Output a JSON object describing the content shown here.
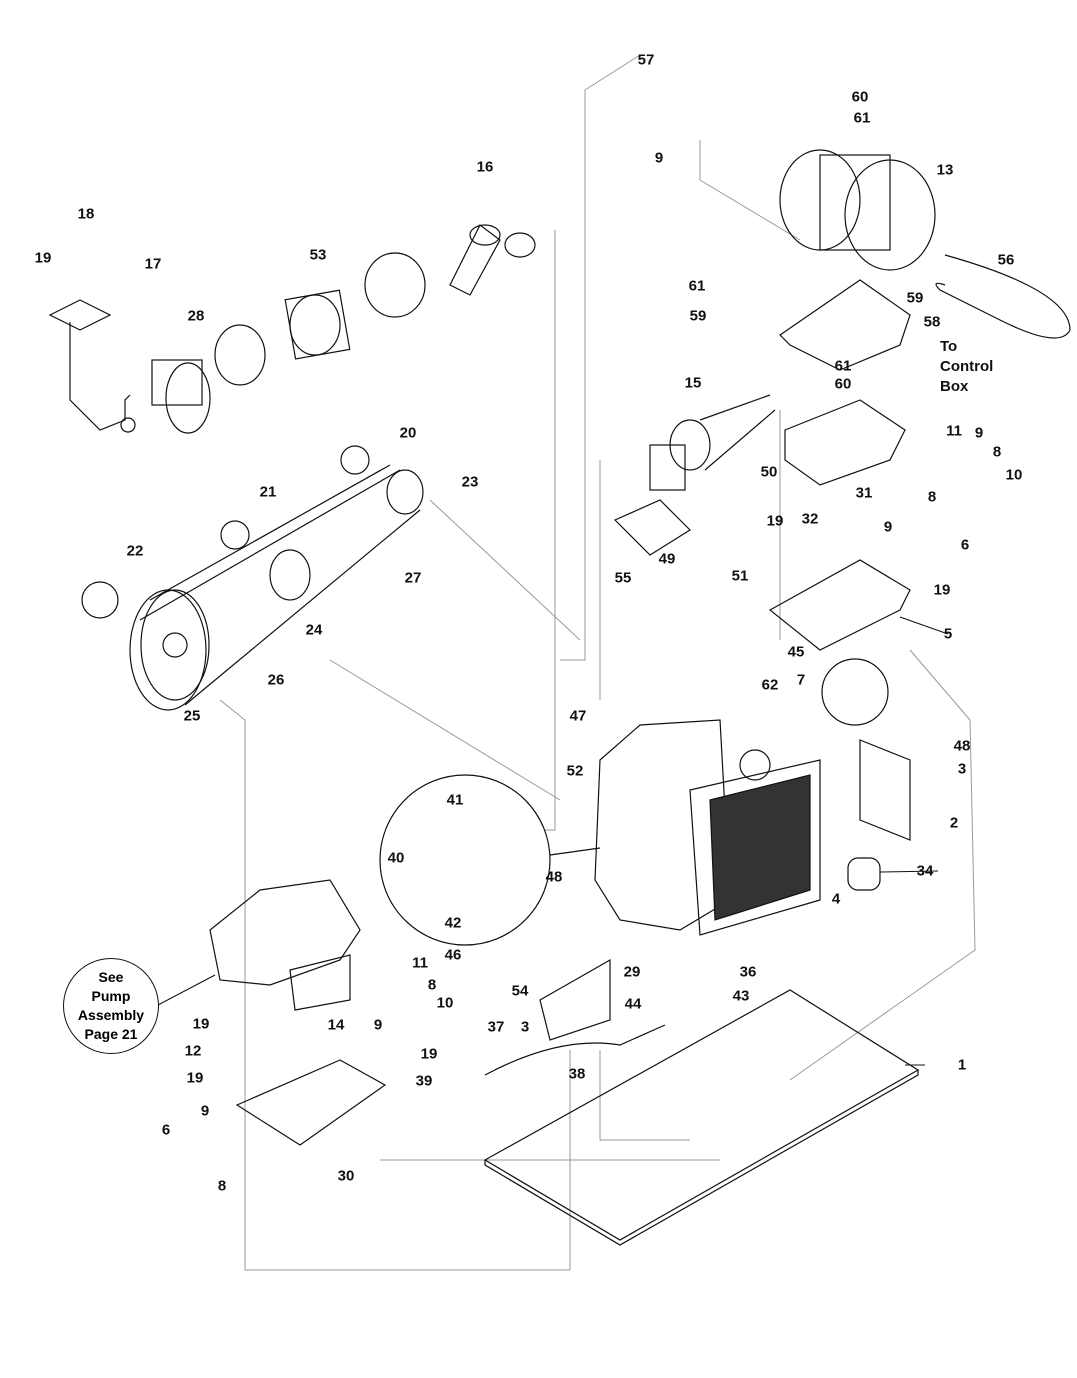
{
  "labels": [
    "57",
    "60",
    "61",
    "9",
    "16",
    "13",
    "18",
    "19",
    "17",
    "53",
    "56",
    "61",
    "59",
    "28",
    "59",
    "58",
    "61",
    "60",
    "15",
    "11",
    "9",
    "20",
    "8",
    "10",
    "50",
    "23",
    "31",
    "21",
    "8",
    "19",
    "32",
    "9",
    "6",
    "49",
    "22",
    "55",
    "51",
    "27",
    "19",
    "24",
    "5",
    "45",
    "62",
    "7",
    "26",
    "25",
    "47",
    "48",
    "52",
    "3",
    "41",
    "2",
    "40",
    "48",
    "34",
    "42",
    "4",
    "46",
    "36",
    "29",
    "11",
    "54",
    "8",
    "43",
    "44",
    "10",
    "3",
    "9",
    "14",
    "37",
    "19",
    "12",
    "19",
    "1",
    "38",
    "39",
    "19",
    "9",
    "6",
    "30",
    "8"
  ],
  "control_note": {
    "line1": "To",
    "line2": "Control",
    "line3": "Box"
  },
  "pump_note": {
    "line1": "See",
    "line2": "Pump",
    "line3": "Assembly",
    "line4": "Page 21"
  },
  "colors": {
    "ink": "#111111",
    "guide": "#9a9a9a"
  }
}
